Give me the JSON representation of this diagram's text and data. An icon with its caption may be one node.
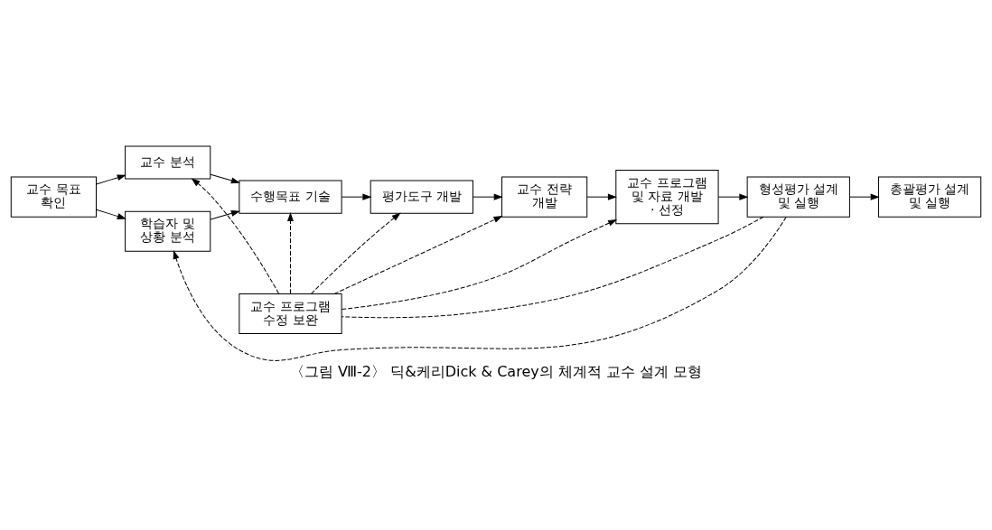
{
  "diagram": {
    "caption": "〈그림 Ⅷ-2〉 딕&케리Dick & Carey의 체계적 교수 설계 모형",
    "nodes": [
      {
        "text": [
          "교수 목표 확인"
        ]
      },
      {
        "text": [
          "교수 분석"
        ]
      },
      {
        "text": [
          "학습자 및 상황 분석"
        ]
      },
      {
        "text": [
          "수행목표 기술"
        ]
      },
      {
        "text": [
          "교수 프로그램 수정 보완"
        ]
      },
      {
        "text": [
          "평가도구 개발"
        ]
      },
      {
        "text": [
          "교수 전략 개발"
        ]
      },
      {
        "text": [
          "교수 프로그램 및 자료 개발 · 선정"
        ]
      },
      {
        "text": [
          "형성평가 설계 및 실행"
        ]
      },
      {
        "text": [
          "총괄평가 설계 및 실행"
        ]
      }
    ],
    "edges": [
      {
        "from": 0,
        "to": 1,
        "arrow": "to"
      },
      {
        "from": 0,
        "to": 2,
        "arrow": "to"
      },
      {
        "from": 1,
        "to": 3,
        "arrow": "to"
      },
      {
        "from": 2,
        "to": 3,
        "arrow": "to"
      },
      {
        "from": 3,
        "to": 5,
        "arrow": "to"
      },
      {
        "from": 5,
        "to": 6,
        "arrow": "to"
      },
      {
        "from": 6,
        "to": 7,
        "arrow": "to"
      },
      {
        "from": 7,
        "to": 8,
        "arrow": "to"
      },
      {
        "from": 8,
        "to": 9,
        "arrow": "to"
      },
      {
        "from": 8,
        "to": 4,
        "arrow": "none",
        "style": "dashed"
      },
      {
        "from": 4,
        "to": 1,
        "arrow": "to",
        "style": "dashed"
      },
      {
        "from": 4,
        "to": 3,
        "arrow": "to",
        "style": "dashed"
      },
      {
        "from": 4,
        "to": 5,
        "arrow": "to",
        "style": "dashed"
      },
      {
        "from": 4,
        "to": 6,
        "arrow": "to",
        "style": "dashed"
      },
      {
        "from": 4,
        "to": 7,
        "arrow": "to",
        "style": "dashed"
      },
      {
        "from": 8,
        "to": 2,
        "arrow": "to",
        "style": "dashed"
      }
    ]
  }
}
